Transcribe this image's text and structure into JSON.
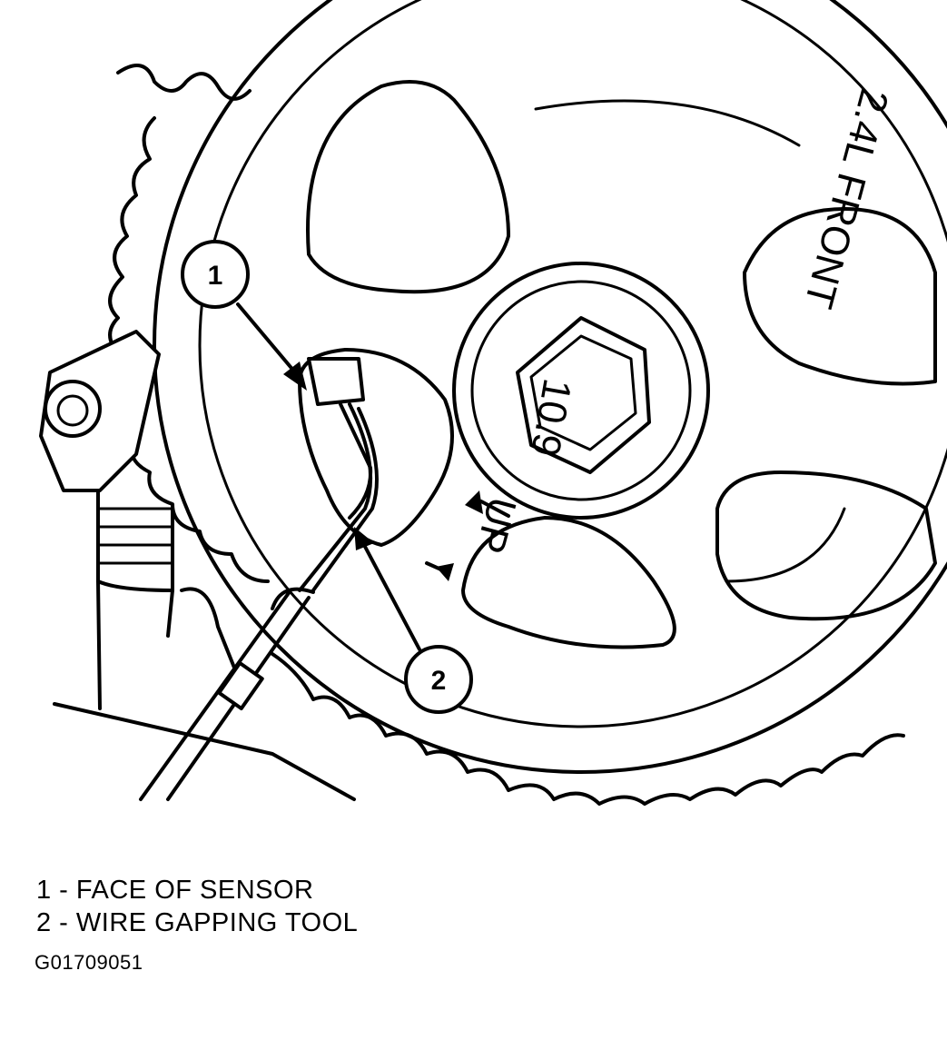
{
  "illustration": {
    "gear_label": "2.4L FRONT",
    "bolt_label": "10.9",
    "up_label": "UP"
  },
  "callouts": [
    {
      "number": "1",
      "label": "FACE OF SENSOR"
    },
    {
      "number": "2",
      "label": "WIRE GAPPING TOOL"
    }
  ],
  "legend": [
    "1 - FACE OF SENSOR",
    "2 - WIRE GAPPING TOOL"
  ],
  "figure_id": "G01709051"
}
